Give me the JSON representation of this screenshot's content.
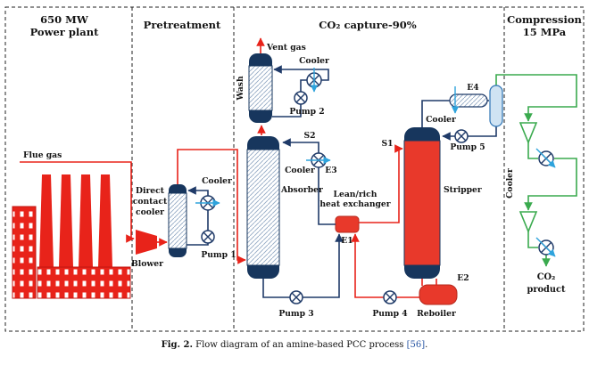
{
  "figure": {
    "caption_label": "Fig. 2.",
    "caption_text": " Flow diagram of an amine-based PCC process ",
    "caption_ref": "[56]",
    "caption_end": "."
  },
  "sections": {
    "power_plant": {
      "line1": "650 MW",
      "line2": "Power plant"
    },
    "pretreatment": {
      "title": "Pretreatment"
    },
    "capture": {
      "title": "CO₂ capture-90%"
    },
    "compression": {
      "line1": "Compression",
      "line2": "15 MPa"
    }
  },
  "labels": {
    "flue_gas": "Flue gas",
    "blower": "Blower",
    "dcc_line1": "Direct",
    "dcc_line2": "contact",
    "dcc_line3": "cooler",
    "pretreat_cooler": "Cooler",
    "pump1": "Pump 1",
    "wash": "Wash",
    "vent_gas": "Vent gas",
    "wash_cooler": "Cooler",
    "pump2": "Pump 2",
    "s2": "S2",
    "e3_cooler": "Cooler",
    "e3": "E3",
    "absorber": "Absorber",
    "lean_rich_line1": "Lean/rich",
    "lean_rich_line2": "heat exchanger",
    "e1": "E1",
    "s1": "S1",
    "stripper": "Stripper",
    "e4_cooler": "Cooler",
    "e4": "E4",
    "pump5": "Pump 5",
    "pump3": "Pump 3",
    "pump4": "Pump 4",
    "reboiler": "Reboiler",
    "e2": "E2",
    "compression_cooler": "Cooler",
    "co2_product_line1": "CO₂",
    "co2_product_line2": "product"
  },
  "colors": {
    "gas_stream": "#e8231a",
    "solvent_stream": "#1f3a68",
    "cooling_water": "#2ea3dc",
    "co2_stream": "#3aaa4e",
    "column_cap": "#17365d",
    "stripper_body": "#e8392b",
    "separator_fill": "#cfe3f3",
    "hatch_line": "#93a9c4",
    "reference": "#2956a3"
  }
}
